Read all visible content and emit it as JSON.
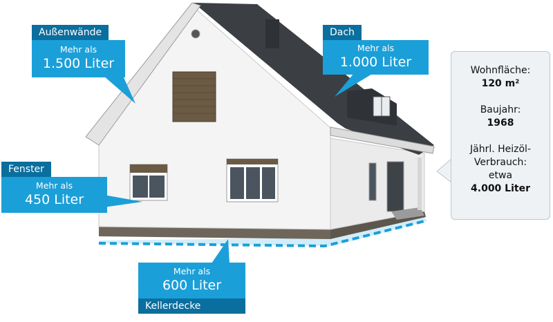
{
  "callouts": {
    "walls": {
      "tag": "Außenwände",
      "line1": "Mehr als",
      "line2": "1.500 Liter"
    },
    "roof": {
      "tag": "Dach",
      "line1": "Mehr als",
      "line2": "1.000 Liter"
    },
    "windows": {
      "tag": "Fenster",
      "line1": "Mehr als",
      "line2": "450 Liter"
    },
    "basement": {
      "tag": "Kellerdecke",
      "line1": "Mehr als",
      "line2": "600 Liter"
    }
  },
  "info": {
    "area_label": "Wohnfläche:",
    "area_value": "120 m²",
    "year_label": "Baujahr:",
    "year_value": "1968",
    "usage_label_1": "Jährl. Heizöl-",
    "usage_label_2": "Verbrauch:",
    "usage_label_3": "etwa",
    "usage_value": "4.000 Liter"
  },
  "colors": {
    "callout_box": "#1b9fd8",
    "callout_tag": "#0a6e9e",
    "highlight": "#1b9fd8",
    "roof": "#3b3f44",
    "wall": "#f4f4f4",
    "plinth": "#6e665b"
  }
}
